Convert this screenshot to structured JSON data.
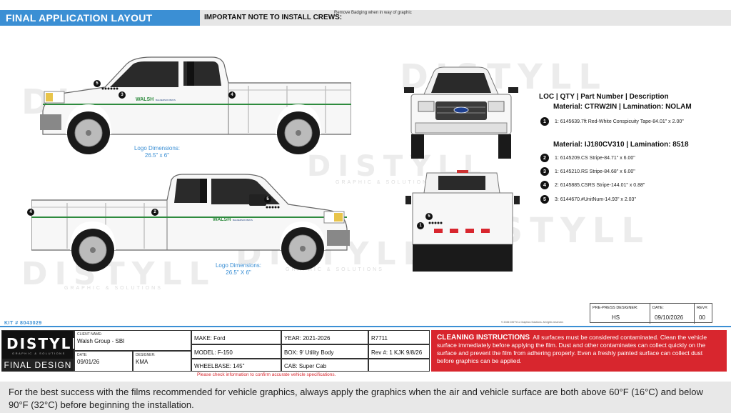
{
  "header": {
    "title": "FINAL APPLICATION LAYOUT",
    "note_label": "IMPORTANT NOTE TO INSTALL CREWS:",
    "note_text": "Remove Badging when in way of graphic"
  },
  "watermark": {
    "brand": "DISTYLL",
    "sub": "GRAPHIC & SOLUTIONS"
  },
  "logo_dimensions": [
    {
      "title": "Logo Dimensions:",
      "size": "26.5\" x 6\""
    },
    {
      "title": "Logo Dimensions:",
      "size": "26.5\" X 6\""
    }
  ],
  "door_logo": {
    "company": "WALSH",
    "sub": "GROUP",
    "partner": "BALDERSON BROS"
  },
  "callouts": [
    "1",
    "2",
    "3",
    "4",
    "5"
  ],
  "legend": {
    "heading": "LOC | QTY | Part Number | Description",
    "groups": [
      {
        "material": "Material: CTRW2IN | Lamination: NOLAM",
        "items": [
          {
            "loc": "1",
            "text": "1: 6145639.7ft Red-White Conspicuity Tape-84.01\" x 2.00\""
          }
        ]
      },
      {
        "material": "Material: IJ180CV310 | Lamination: 8518",
        "items": [
          {
            "loc": "2",
            "text": "1: 6145209.CS Stripe-84.71\" x 6.00\""
          },
          {
            "loc": "3",
            "text": "1: 6145210.RS Stripe-84.68\" x 6.00\""
          },
          {
            "loc": "4",
            "text": "2: 6145885.CSRS Stripe-144.01\" x 0.88\""
          },
          {
            "loc": "5",
            "text": "3: 6144670.#UnitNum-14.93\" x 2.03\""
          }
        ]
      }
    ]
  },
  "prepress": {
    "designer_label": "PRE-PRESS DESIGNER:",
    "designer": "HS",
    "date_label": "DATE:",
    "date": "09/10/2026",
    "rev_label": "REV#:",
    "rev": "00"
  },
  "kit": "KIT # 8043029",
  "copyright": "© 2026 DISTYLL Graphics Solutions. All rights reserved.",
  "title_block": {
    "brand": "DISTYLL",
    "brand_sub": "GRAPHIC & SOLUTIONS",
    "stage": "FINAL DESIGN",
    "client_label": "CLIENT NAME:",
    "client": "Walsh Group - SBI",
    "date_label": "DATE:",
    "date": "09/01/26",
    "designer_label": "DESIGNER:",
    "designer": "KMA",
    "make": "MAKE: Ford",
    "model": "MODEL: F-150",
    "wheelbase": "WHEELBASE: 145\"",
    "year": "YEAR: 2021-2026",
    "box": "BOX: 9' Utility Body",
    "cab": "CAB: Super Cab",
    "job": "R7711",
    "rev": "Rev #: 1 KJK 9/8/26"
  },
  "warning": "Please check information to confirm accurate vehicle specifications.",
  "cleaning": {
    "title": "CLEANING INSTRUCTIONS",
    "text": "All surfaces must be considered contaminated. Clean the vehicle surface immediately before applying the film. Dust and other contaminates can collect quickly on the surface and prevent the film from adhering properly. Even a freshly painted surface can collect dust before graphics can be applied."
  },
  "bottom_note": "For the best success with the films recommended for vehicle graphics, always apply the graphics when the air and vehicle surface are both above 60°F (16°C) and below 90°F (32°C) before beginning the installation.",
  "colors": {
    "accent": "#3b8fd4",
    "stripe": "#2e8b3e",
    "alert": "#d8262e"
  }
}
